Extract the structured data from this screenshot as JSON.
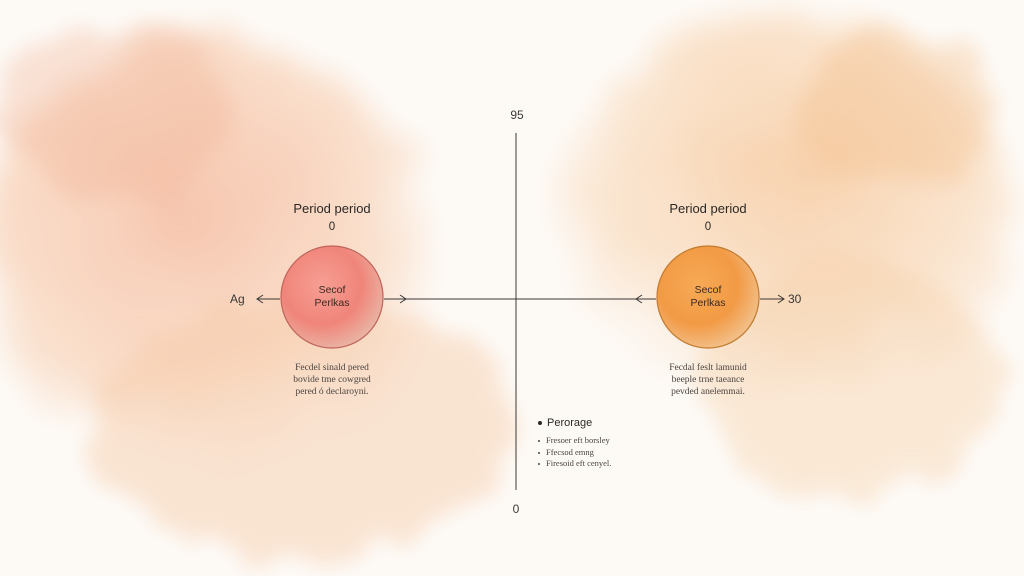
{
  "diagram": {
    "axis": {
      "top_label": "95",
      "bottom_label": "0",
      "left_label": "Ag",
      "right_label": "30"
    },
    "nodes": [
      {
        "title": "Period period",
        "top_value": "0",
        "label_line1": "Secof",
        "label_line2": "Perlkas",
        "description": [
          "Fecdel sinald pered",
          "bovide tme cowgred",
          "pered ó declaroyni."
        ],
        "fill_color": "#f0837a",
        "stroke_color": "#c0645a"
      },
      {
        "title": "Period period",
        "top_value": "0",
        "label_line1": "Secof",
        "label_line2": "Perlkas",
        "description": [
          "Fecdal feslt lamunid",
          "beeple trne taeance",
          "pevded anelemmai."
        ],
        "fill_color": "#f4a148",
        "stroke_color": "#c27a2e"
      }
    ],
    "legend": {
      "title": "Perorage",
      "items": [
        "Fresoer eft borsley",
        "Ffecsod emng",
        "Firesoid eft cenyel."
      ]
    },
    "colors": {
      "axis_line": "#3a3836",
      "wash_left": "#f2b592",
      "wash_right": "#f3bf8c"
    }
  }
}
